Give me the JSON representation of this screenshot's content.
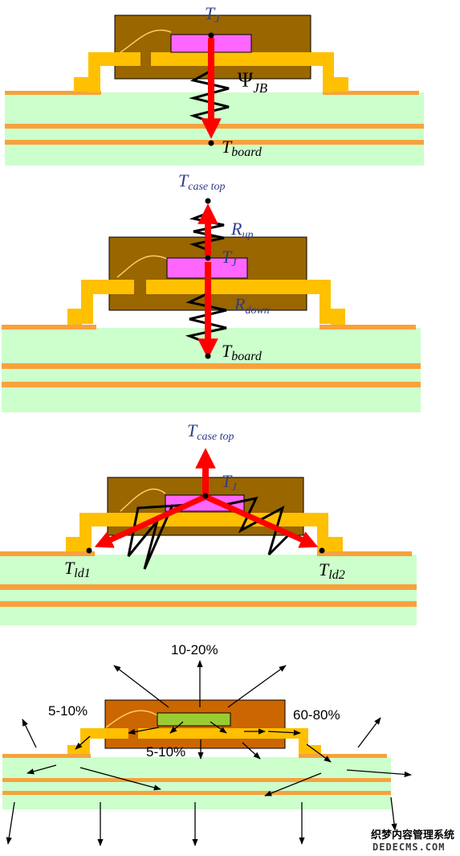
{
  "colors": {
    "board": "#ccffcc",
    "copper": "#f7a23c",
    "lead": "#ffc000",
    "package": "#996600",
    "package_p4": "#cc6600",
    "die": "#ff66ff",
    "die_p4": "#99cc33",
    "arrow": "#ff0000",
    "label": "#2e3d8a"
  },
  "panel1": {
    "tj": {
      "main": "T",
      "sub": "J"
    },
    "psi": {
      "main": "Ψ",
      "sub": "JB"
    },
    "tboard": {
      "main": "T",
      "sub": "board"
    }
  },
  "panel2": {
    "tcase": {
      "main": "T",
      "sub": "case top"
    },
    "rup": {
      "main": "R",
      "sub": "up"
    },
    "tj": {
      "main": "T",
      "sub": "J"
    },
    "rdown": {
      "main": "R",
      "sub": "down"
    },
    "tboard": {
      "main": "T",
      "sub": "board"
    }
  },
  "panel3": {
    "tcase": {
      "main": "T",
      "sub": "case top"
    },
    "tj": {
      "main": "T",
      "sub": "J"
    },
    "tld1": {
      "main": "T",
      "sub": "ld1"
    },
    "tld2": {
      "main": "T",
      "sub": "ld2"
    }
  },
  "panel4": {
    "top_pct": "10-20%",
    "left_pct": "5-10%",
    "right_pct": "60-80%",
    "bottom_pct": "5-10%"
  },
  "watermark": {
    "line1": "织梦内容管理系统",
    "line2": "DEDECMS.COM"
  }
}
